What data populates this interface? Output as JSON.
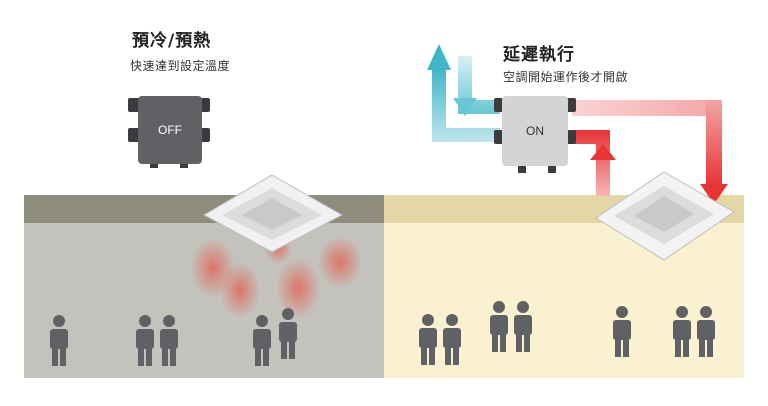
{
  "left": {
    "title": "預冷/預熱",
    "subtitle": "快速達到設定溫度",
    "box_label": "OFF",
    "colors": {
      "ceiling": "#8e8c7b",
      "room": "#c3c2bc",
      "person": "#5f6164"
    }
  },
  "right": {
    "title": "延遲執行",
    "subtitle": "空調開始運作後才開啟",
    "box_label": "ON",
    "colors": {
      "ceiling": "#e4d7a6",
      "room": "#faf1d0",
      "person": "#5f6164",
      "air_in": "#3fb6c9",
      "air_hot": "#e83434"
    }
  }
}
